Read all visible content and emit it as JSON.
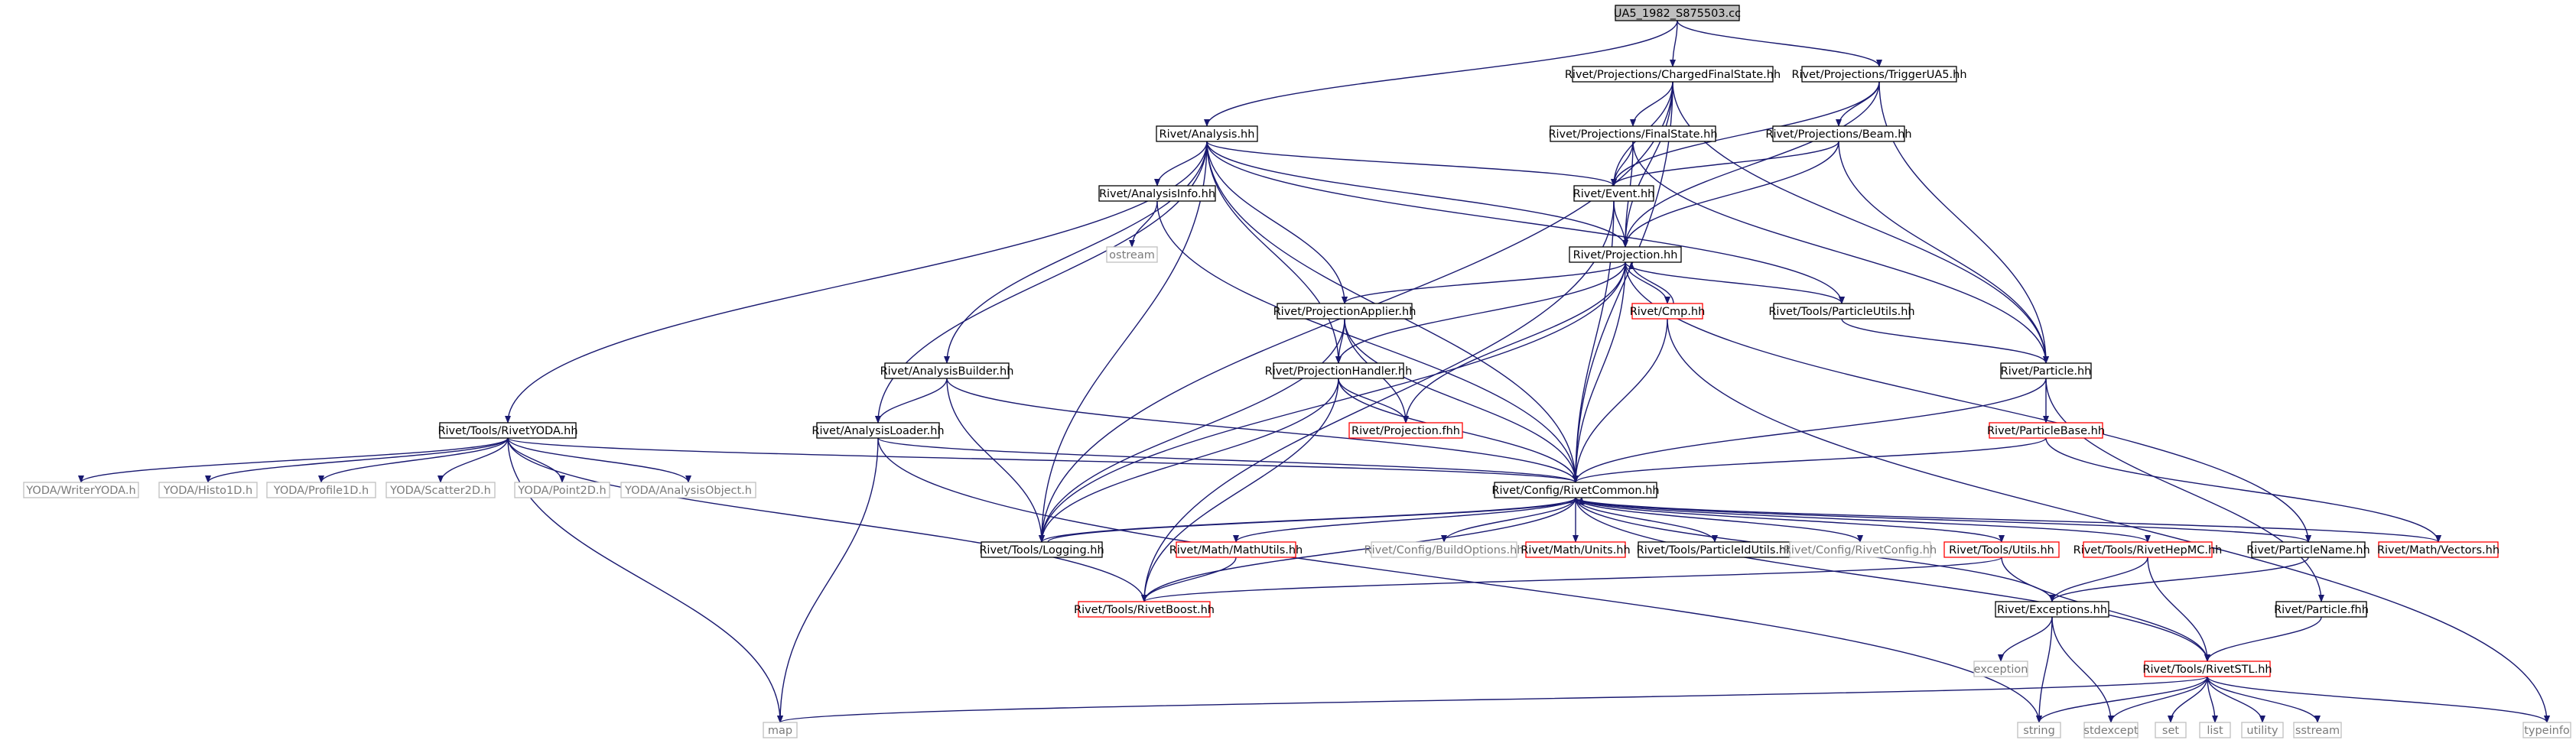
{
  "colors": {
    "edge": "#191970",
    "solid_border": "#000000",
    "red_border": "#ff0000",
    "system_border": "#bfbfbf",
    "system_text": "#7a7a7a",
    "root_fill": "#bfbfbf",
    "text": "#000000"
  },
  "nodes": {
    "root": {
      "label": "UA5_1982_S875503.cc",
      "style": "root"
    },
    "cfs": {
      "label": "Rivet/Projections/ChargedFinalState.hh",
      "style": "solid"
    },
    "tua5": {
      "label": "Rivet/Projections/TriggerUA5.hh",
      "style": "solid"
    },
    "ana": {
      "label": "Rivet/Analysis.hh",
      "style": "solid"
    },
    "fs": {
      "label": "Rivet/Projections/FinalState.hh",
      "style": "solid"
    },
    "beam": {
      "label": "Rivet/Projections/Beam.hh",
      "style": "solid"
    },
    "ainfo": {
      "label": "Rivet/AnalysisInfo.hh",
      "style": "solid"
    },
    "event": {
      "label": "Rivet/Event.hh",
      "style": "solid"
    },
    "ostream": {
      "label": "ostream",
      "style": "system"
    },
    "proj": {
      "label": "Rivet/Projection.hh",
      "style": "solid"
    },
    "papp": {
      "label": "Rivet/ProjectionApplier.hh",
      "style": "solid"
    },
    "cmp": {
      "label": "Rivet/Cmp.hh",
      "style": "red"
    },
    "putils": {
      "label": "Rivet/Tools/ParticleUtils.hh",
      "style": "solid"
    },
    "abuild": {
      "label": "Rivet/AnalysisBuilder.hh",
      "style": "solid"
    },
    "phand": {
      "label": "Rivet/ProjectionHandler.hh",
      "style": "solid"
    },
    "particle": {
      "label": "Rivet/Particle.hh",
      "style": "solid"
    },
    "ryoda": {
      "label": "Rivet/Tools/RivetYODA.hh",
      "style": "solid"
    },
    "aload": {
      "label": "Rivet/AnalysisLoader.hh",
      "style": "solid"
    },
    "projfhh": {
      "label": "Rivet/Projection.fhh",
      "style": "red"
    },
    "pbase": {
      "label": "Rivet/ParticleBase.hh",
      "style": "red"
    },
    "writer": {
      "label": "YODA/WriterYODA.h",
      "style": "system"
    },
    "h1d": {
      "label": "YODA/Histo1D.h",
      "style": "system"
    },
    "p1d": {
      "label": "YODA/Profile1D.h",
      "style": "system"
    },
    "s2d": {
      "label": "YODA/Scatter2D.h",
      "style": "system"
    },
    "pt2d": {
      "label": "YODA/Point2D.h",
      "style": "system"
    },
    "aobj": {
      "label": "YODA/AnalysisObject.h",
      "style": "system"
    },
    "rcommon": {
      "label": "Rivet/Config/RivetCommon.hh",
      "style": "solid"
    },
    "log": {
      "label": "Rivet/Tools/Logging.hh",
      "style": "solid"
    },
    "mathutils": {
      "label": "Rivet/Math/MathUtils.hh",
      "style": "red"
    },
    "buildopt": {
      "label": "Rivet/Config/BuildOptions.hh",
      "style": "system"
    },
    "units": {
      "label": "Rivet/Math/Units.hh",
      "style": "red"
    },
    "pidutils": {
      "label": "Rivet/Tools/ParticleIdUtils.hh",
      "style": "solid"
    },
    "rconfig": {
      "label": "Rivet/Config/RivetConfig.hh",
      "style": "system"
    },
    "tutils": {
      "label": "Rivet/Tools/Utils.hh",
      "style": "red"
    },
    "hepmc": {
      "label": "Rivet/Tools/RivetHepMC.hh",
      "style": "red"
    },
    "pname": {
      "label": "Rivet/ParticleName.hh",
      "style": "solid"
    },
    "vectors": {
      "label": "Rivet/Math/Vectors.hh",
      "style": "red"
    },
    "rboost": {
      "label": "Rivet/Tools/RivetBoost.hh",
      "style": "red"
    },
    "exc": {
      "label": "Rivet/Exceptions.hh",
      "style": "solid"
    },
    "pfhh": {
      "label": "Rivet/Particle.fhh",
      "style": "solid"
    },
    "exception": {
      "label": "exception",
      "style": "system"
    },
    "rstl": {
      "label": "Rivet/Tools/RivetSTL.hh",
      "style": "red"
    },
    "map": {
      "label": "map",
      "style": "system"
    },
    "string": {
      "label": "string",
      "style": "system"
    },
    "stdexcept": {
      "label": "stdexcept",
      "style": "system"
    },
    "set": {
      "label": "set",
      "style": "system"
    },
    "list": {
      "label": "list",
      "style": "system"
    },
    "utility": {
      "label": "utility",
      "style": "system"
    },
    "sstream": {
      "label": "sstream",
      "style": "system"
    },
    "typeinfo": {
      "label": "typeinfo",
      "style": "system"
    }
  },
  "edges": [
    [
      "root",
      "cfs"
    ],
    [
      "root",
      "tua5"
    ],
    [
      "root",
      "ana"
    ],
    [
      "cfs",
      "fs"
    ],
    [
      "cfs",
      "event"
    ],
    [
      "cfs",
      "proj"
    ],
    [
      "cfs",
      "particle"
    ],
    [
      "cfs",
      "log"
    ],
    [
      "cfs",
      "rcommon"
    ],
    [
      "tua5",
      "beam"
    ],
    [
      "tua5",
      "event"
    ],
    [
      "tua5",
      "proj"
    ],
    [
      "tua5",
      "particle"
    ],
    [
      "ana",
      "ainfo"
    ],
    [
      "ana",
      "event"
    ],
    [
      "ana",
      "proj"
    ],
    [
      "ana",
      "papp"
    ],
    [
      "ana",
      "phand"
    ],
    [
      "ana",
      "putils"
    ],
    [
      "ana",
      "abuild"
    ],
    [
      "ana",
      "aload"
    ],
    [
      "ana",
      "ryoda"
    ],
    [
      "ana",
      "log"
    ],
    [
      "ana",
      "rcommon"
    ],
    [
      "fs",
      "event"
    ],
    [
      "fs",
      "proj"
    ],
    [
      "fs",
      "particle"
    ],
    [
      "beam",
      "event"
    ],
    [
      "beam",
      "proj"
    ],
    [
      "beam",
      "particle"
    ],
    [
      "ainfo",
      "ostream"
    ],
    [
      "ainfo",
      "rcommon"
    ],
    [
      "event",
      "proj"
    ],
    [
      "event",
      "rcommon"
    ],
    [
      "event",
      "rboost"
    ],
    [
      "proj",
      "papp"
    ],
    [
      "proj",
      "cmp"
    ],
    [
      "proj",
      "putils"
    ],
    [
      "proj",
      "phand"
    ],
    [
      "proj",
      "projfhh"
    ],
    [
      "proj",
      "rcommon"
    ],
    [
      "proj",
      "log"
    ],
    [
      "proj",
      "pname"
    ],
    [
      "cmp",
      "proj"
    ],
    [
      "cmp",
      "rcommon"
    ],
    [
      "cmp",
      "typeinfo"
    ],
    [
      "putils",
      "particle"
    ],
    [
      "papp",
      "phand"
    ],
    [
      "papp",
      "projfhh"
    ],
    [
      "papp",
      "rcommon"
    ],
    [
      "papp",
      "log"
    ],
    [
      "abuild",
      "aload"
    ],
    [
      "abuild",
      "log"
    ],
    [
      "abuild",
      "rcommon"
    ],
    [
      "phand",
      "projfhh"
    ],
    [
      "phand",
      "rcommon"
    ],
    [
      "phand",
      "log"
    ],
    [
      "phand",
      "rboost"
    ],
    [
      "particle",
      "pbase"
    ],
    [
      "particle",
      "rcommon"
    ],
    [
      "particle",
      "pfhh"
    ],
    [
      "ryoda",
      "writer"
    ],
    [
      "ryoda",
      "h1d"
    ],
    [
      "ryoda",
      "p1d"
    ],
    [
      "ryoda",
      "s2d"
    ],
    [
      "ryoda",
      "pt2d"
    ],
    [
      "ryoda",
      "aobj"
    ],
    [
      "ryoda",
      "rcommon"
    ],
    [
      "ryoda",
      "rboost"
    ],
    [
      "ryoda",
      "map"
    ],
    [
      "aload",
      "rcommon"
    ],
    [
      "aload",
      "map"
    ],
    [
      "aload",
      "string"
    ],
    [
      "pbase",
      "rcommon"
    ],
    [
      "pbase",
      "vectors"
    ],
    [
      "rcommon",
      "log"
    ],
    [
      "rcommon",
      "mathutils"
    ],
    [
      "rcommon",
      "buildopt"
    ],
    [
      "rcommon",
      "units"
    ],
    [
      "rcommon",
      "pidutils"
    ],
    [
      "rcommon",
      "rconfig"
    ],
    [
      "rcommon",
      "tutils"
    ],
    [
      "rcommon",
      "hepmc"
    ],
    [
      "rcommon",
      "pname"
    ],
    [
      "rcommon",
      "vectors"
    ],
    [
      "rcommon",
      "rboost"
    ],
    [
      "rcommon",
      "exc"
    ],
    [
      "rcommon",
      "rstl"
    ],
    [
      "log",
      "rcommon"
    ],
    [
      "mathutils",
      "rboost"
    ],
    [
      "tutils",
      "rboost"
    ],
    [
      "tutils",
      "rstl"
    ],
    [
      "hepmc",
      "exc"
    ],
    [
      "hepmc",
      "rstl"
    ],
    [
      "pname",
      "exc"
    ],
    [
      "exc",
      "exception"
    ],
    [
      "exc",
      "string"
    ],
    [
      "exc",
      "stdexcept"
    ],
    [
      "pfhh",
      "rstl"
    ],
    [
      "rstl",
      "map"
    ],
    [
      "rstl",
      "string"
    ],
    [
      "rstl",
      "stdexcept"
    ],
    [
      "rstl",
      "set"
    ],
    [
      "rstl",
      "list"
    ],
    [
      "rstl",
      "utility"
    ],
    [
      "rstl",
      "sstream"
    ],
    [
      "rstl",
      "typeinfo"
    ]
  ]
}
